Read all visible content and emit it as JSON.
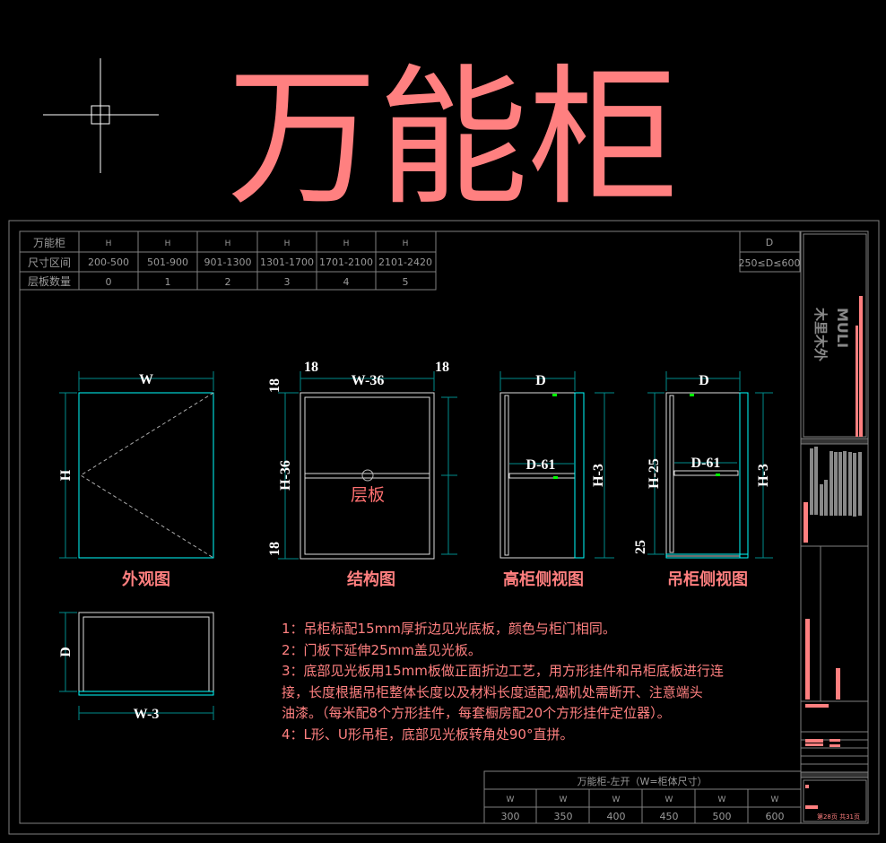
{
  "title": "万能柜",
  "spec_table": {
    "row_headers": [
      "万能柜",
      "尺寸区间",
      "层板数量"
    ],
    "h_labels": [
      "H",
      "H",
      "H",
      "H",
      "H",
      "H"
    ],
    "ranges": [
      "200-500",
      "501-900",
      "901-1300",
      "1301-1700",
      "1701-2100",
      "2101-2420"
    ],
    "shelves": [
      "0",
      "1",
      "2",
      "3",
      "4",
      "5"
    ]
  },
  "d_table": {
    "header": "D",
    "range": "250≤D≤600"
  },
  "views": {
    "exterior": {
      "label": "外观图",
      "w": "W",
      "h": "H"
    },
    "structure": {
      "label": "结构图",
      "left": "18",
      "w": "W-36",
      "right": "18",
      "top": "18",
      "h": "H-36",
      "bottom": "18",
      "shelf": "层板"
    },
    "tall_side": {
      "label": "高柜侧视图",
      "d": "D",
      "shelf": "D-61",
      "h": "H-3"
    },
    "hanging_side": {
      "label": "吊柜侧视图",
      "d": "D",
      "shelf": "D-61",
      "h_left": "H-25",
      "h": "H-3",
      "bottom": "25"
    },
    "plan": {
      "d": "D",
      "w": "W-3"
    }
  },
  "notes": [
    "1：吊柜标配15mm厚折边见光底板，颜色与柜门相同。",
    "2：门板下延伸25mm盖见光板。",
    "3：底部见光板用15mm板做正面折边工艺，用方形挂件和吊柜底板进行连",
    "接，长度根据吊柜整体长度以及材料长度适配,烟机处需断开、注意端头",
    "油漆。（每米配8个方形挂件，每套橱房配20个方形挂件定位器）。",
    "4：L形、U形吊柜，底部见光板转角处90°直拼。"
  ],
  "width_table": {
    "title": "万能柜-左开（W=柜体尺寸）",
    "w_labels": [
      "W",
      "W",
      "W",
      "W",
      "W",
      "W"
    ],
    "widths": [
      "300",
      "350",
      "400",
      "450",
      "500",
      "600"
    ]
  },
  "title_block": {
    "brand_en": "MULI",
    "brand_cn": "木里木外",
    "page": "第28页 共31页"
  },
  "colors": {
    "accent": "#ff7f7f",
    "dim": "#008b8b",
    "cyan": "#00ffff",
    "line": "#808080"
  }
}
